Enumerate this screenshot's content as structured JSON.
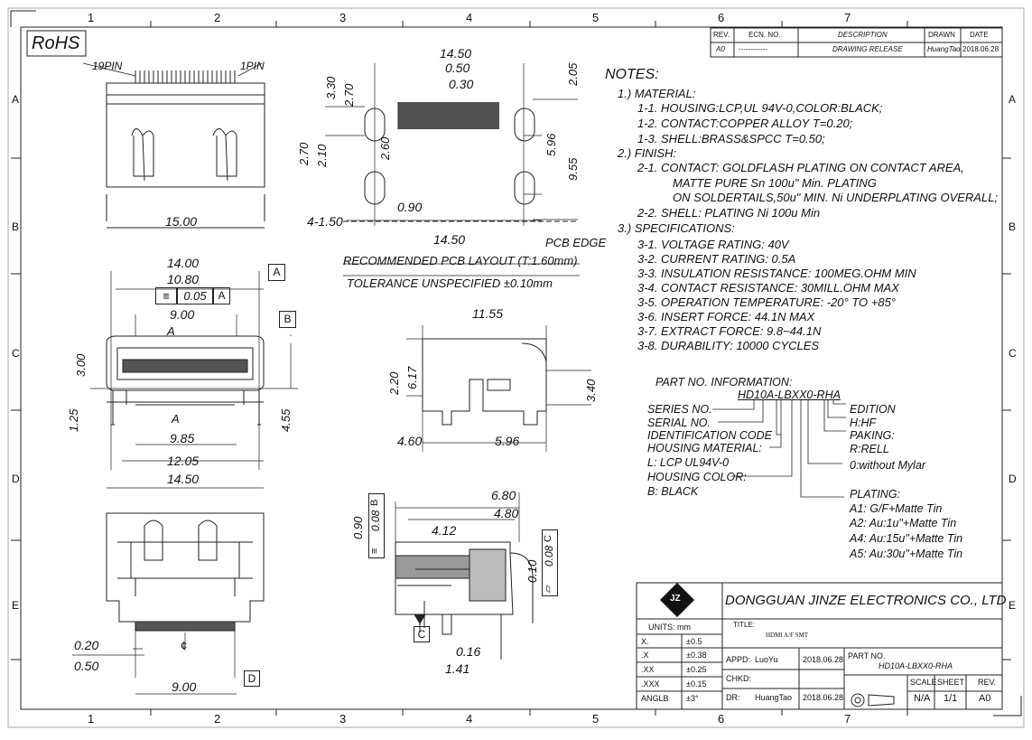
{
  "border": {
    "cols": [
      "1",
      "2",
      "3",
      "4",
      "5",
      "6",
      "7"
    ],
    "rows": [
      "A",
      "B",
      "C",
      "D",
      "E"
    ]
  },
  "rohs": "RoHS",
  "revision_table": {
    "headers": [
      "REV.",
      "ECN. NO.",
      "DESCRIPTION",
      "DRAWN",
      "DATE"
    ],
    "row": [
      "A0",
      "------------",
      "DRAWING RELEASE",
      "HuangTao",
      "2018.06.28"
    ]
  },
  "top_view": {
    "pin19": "19PIN",
    "pin1": "1PIN",
    "width": "15.00"
  },
  "pcb_layout": {
    "d1450_top": "14.50",
    "d050": "0.50",
    "d030": "0.30",
    "d330": "3.30",
    "d270_top": "2.70",
    "d205": "2.05",
    "d270_left": "2.70",
    "d210": "2.10",
    "d260": "2.60",
    "d596": "5.96",
    "d955": "9.55",
    "d090": "0.90",
    "d4150": "4-1.50",
    "d1450_bot": "14.50",
    "pcb_edge": "PCB EDGE",
    "caption": "RECOMMENDED   PCB LAYOUT (T:1.60mm)",
    "tolerance": "TOLERANCE UNSPECIFIED ±0.10mm"
  },
  "front_view": {
    "d1400": "14.00",
    "d1080": "10.80",
    "tol_sym": "≡",
    "tol_val": "0.05",
    "tol_ref": "A",
    "datum_a": "A",
    "datum_b": "B",
    "d900": "9.00",
    "section": "A",
    "section2": "A",
    "d300": "3.00",
    "d125": "1.25",
    "d455": "4.55",
    "d985": "9.85",
    "d1205": "12.05",
    "d1450": "14.50"
  },
  "side_view": {
    "d1155": "11.55",
    "d220": "2.20",
    "d617": "6.17",
    "d340": "3.40",
    "d460": "4.60",
    "d596": "5.96"
  },
  "bottom_view": {
    "d020": "0.20",
    "d050": "0.50",
    "d900": "9.00",
    "datum_d": "D",
    "cl": "¢"
  },
  "section_view": {
    "d680": "6.80",
    "d480": "4.80",
    "d412": "4.12",
    "d090": "0.90",
    "d008b": "0.08",
    "ref_b": "B",
    "sym_b": "≡",
    "d010": "0.10",
    "d008c": "0.08",
    "ref_c": "C",
    "sym_c": "▱",
    "datum_c": "C",
    "d016": "0.16",
    "d141": "1.41"
  },
  "notes": {
    "title": "NOTES:",
    "lines": [
      "1.) MATERIAL:",
      "1-1.  HOUSING:LCP,UL  94V-0,COLOR:BLACK;",
      "1-2.  CONTACT:COPPER ALLOY T=0.20;",
      "1-3.  SHELL:BRASS&SPCC T=0.50;",
      "2.) FINISH:",
      "2-1.  CONTACT: GOLDFLASH PLATING ON CONTACT AREA,",
      "MATTE PURE Sn 100u\" Min. PLATING",
      "ON SOLDERTAILS,50u\" MIN. Ni UNDERPLATING OVERALL;",
      "2-2.  SHELL: PLATING Ni 100u Min",
      "3.) SPECIFICATIONS:",
      "3-1.  VOLTAGE RATING: 40V",
      "3-2.  CURRENT RATING: 0.5A",
      "3-3.  INSULATION RESISTANCE: 100MEG.OHM MIN",
      "3-4.  CONTACT RESISTANCE: 30MILL.OHM MAX",
      "3-5.  OPERATION TEMPERATURE: -20° TO +85°",
      "3-6.  INSERT FORCE: 44.1N MAX",
      "3-7.  EXTRACT FORCE: 9.8~44.1N",
      "3-8.  DURABILITY: 10000 CYCLES"
    ]
  },
  "part_info": {
    "title": "PART NO. INFORMATION:",
    "part": "HD10A-LBXX0-RHA",
    "left": [
      "SERIES NO.",
      "SERIAL NO.",
      "IDENTIFICATION CODE",
      "HOUSING MATERIAL:",
      "L: LCP UL94V-0",
      "HOUSING COLOR:",
      "B: BLACK"
    ],
    "right": [
      "EDITION",
      "H:HF",
      "PAKING:",
      "R:RELL",
      "0:without Mylar",
      "PLATING:",
      "A1: G/F+Matte Tin",
      "A2: Au:1u\"+Matte Tin",
      "A4: Au:15u\"+Matte Tin",
      "A5: Au:30u\"+Matte Tin"
    ]
  },
  "title_block": {
    "company": "DONGGUAN  JINZE  ELECTRONICS  CO.,  LTD",
    "units": "UNITS:  mm",
    "title_label": "TITLE:",
    "title": "HDMI A/F SMT",
    "tol_rows": [
      [
        "X.",
        "±0.5"
      ],
      [
        ".X",
        "±0.38"
      ],
      [
        ".XX",
        "±0.25"
      ],
      [
        ".XXX",
        "±0.15"
      ],
      [
        "ANGLB",
        "±3°"
      ]
    ],
    "appd_label": "APPD:",
    "appd": "LuoYu",
    "appd_date": "2018.06.28",
    "chkd_label": "CHKD:",
    "dr_label": "DR:",
    "dr": "HuangTao",
    "dr_date": "2018.06.28",
    "partno_label": "PART NO.",
    "partno": "HD10A-LBXX0-RHA",
    "scale_label": "SCALE",
    "sheet_label": "SHEET",
    "rev_label": "REV.",
    "scale": "N/A",
    "sheet": "1/1",
    "rev": "A0"
  },
  "logo": "JZ"
}
